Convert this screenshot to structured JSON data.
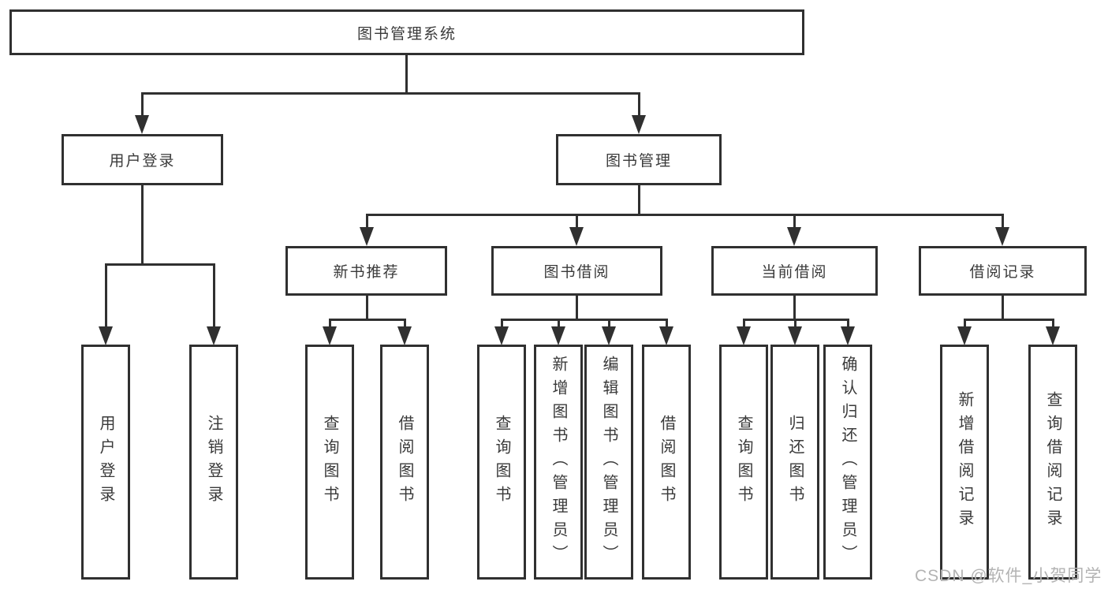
{
  "tree": {
    "root": {
      "label": "图书管理系统"
    },
    "branches": [
      {
        "label": "用户登录",
        "children": [
          {
            "label": "用户登录"
          },
          {
            "label": "注销登录"
          }
        ]
      },
      {
        "label": "图书管理",
        "children": [
          {
            "label": "新书推荐",
            "children": [
              {
                "label": "查询图书"
              },
              {
                "label": "借阅图书"
              }
            ]
          },
          {
            "label": "图书借阅",
            "children": [
              {
                "label": "查询图书"
              },
              {
                "label": "新增图书（管理员）"
              },
              {
                "label": "编辑图书（管理员）"
              },
              {
                "label": "借阅图书"
              }
            ]
          },
          {
            "label": "当前借阅",
            "children": [
              {
                "label": "查询图书"
              },
              {
                "label": "归还图书"
              },
              {
                "label": "确认归还（管理员）"
              }
            ]
          },
          {
            "label": "借阅记录",
            "children": [
              {
                "label": "新增借阅记录"
              },
              {
                "label": "查询借阅记录"
              }
            ]
          }
        ]
      }
    ]
  },
  "watermark": "CSDN @软件_小贺同学",
  "colors": {
    "line": "#303030",
    "text": "#3a3a3a",
    "watermark": "#b3b3b3",
    "background": "#ffffff"
  }
}
